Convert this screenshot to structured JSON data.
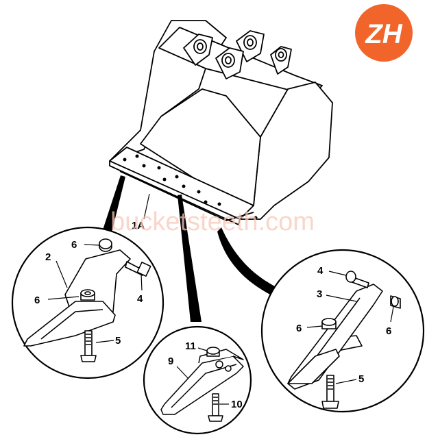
{
  "logo": {
    "text": "ZH",
    "color": "#f2652a"
  },
  "watermark": "bucketsteeth.com",
  "labels": {
    "bucket": "1A",
    "adapter_left": "2",
    "adapter_right": "3",
    "bolt_left": "4",
    "bolt_right": "4",
    "bolt_bottom_left": "5",
    "bolt_bottom_right": "5",
    "nut_left_top": "6",
    "nut_left_mid": "6",
    "nut_right_mid": "6",
    "nut_right_side": "6",
    "tooth": "9",
    "bolt_tooth": "10",
    "nut_tooth": "11"
  },
  "colors": {
    "line": "#000000",
    "accent": "#f2652a"
  }
}
